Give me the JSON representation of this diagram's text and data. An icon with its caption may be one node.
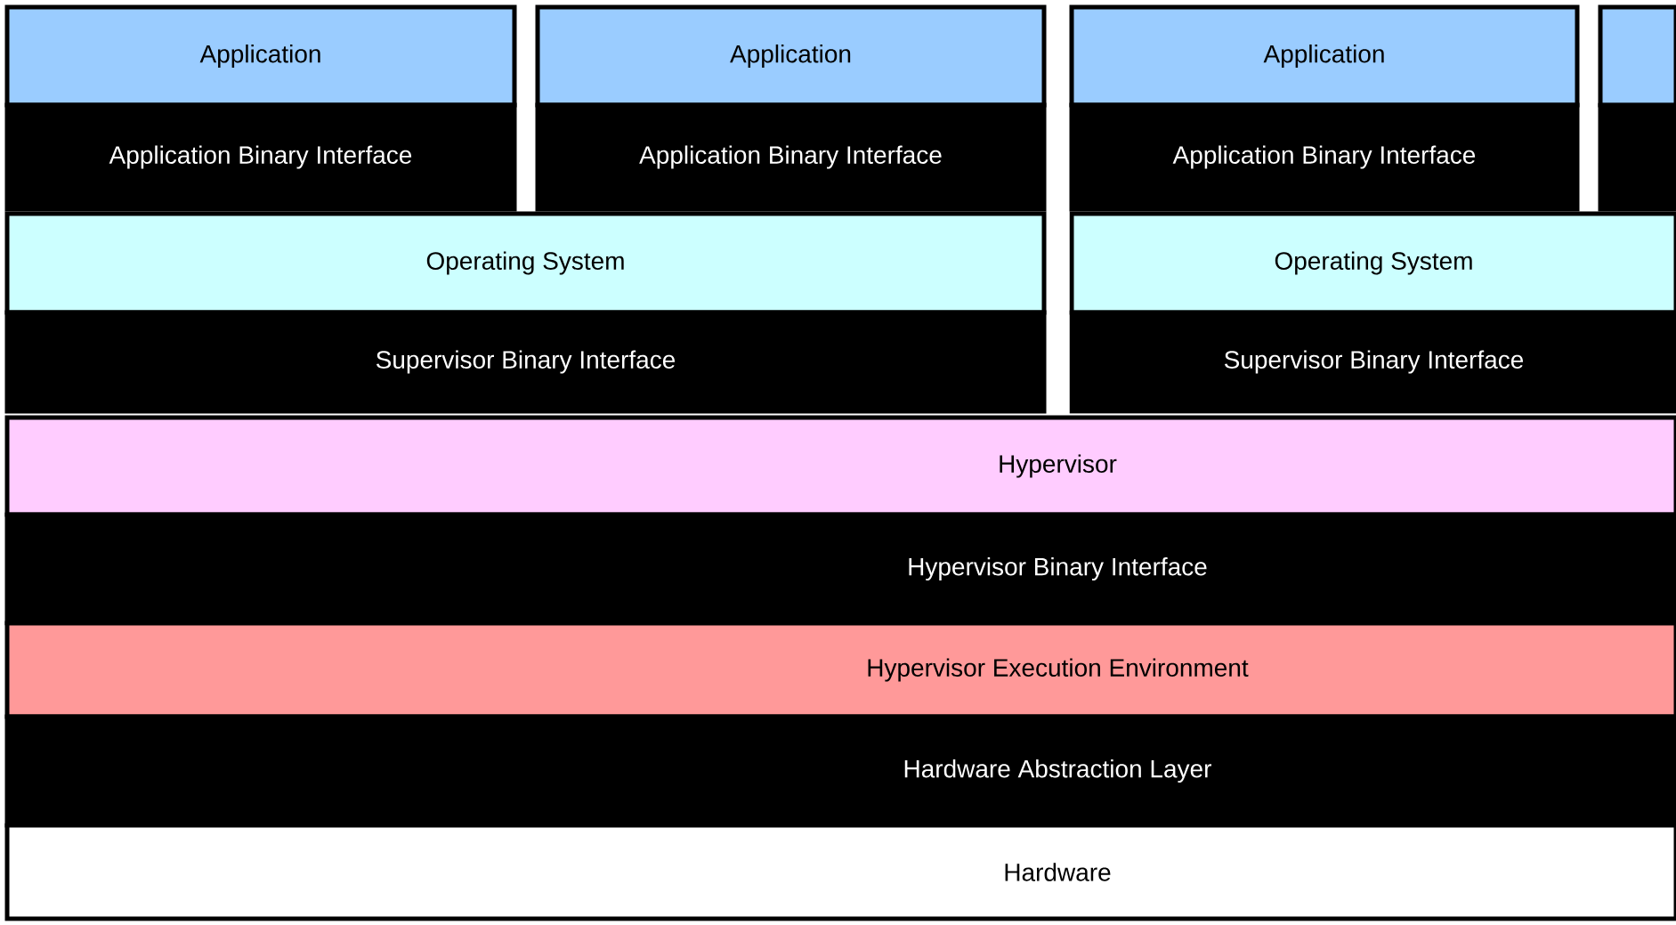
{
  "diagram": {
    "nodes": [
      {
        "text": [
          "Application"
        ]
      },
      {
        "text": [
          "Application Binary Interface"
        ]
      },
      {
        "text": [
          "Application"
        ]
      },
      {
        "text": [
          "Application Binary Interface"
        ]
      },
      {
        "text": [
          "Application"
        ]
      },
      {
        "text": [
          "Application Binary Interface"
        ]
      },
      {
        "text": [],
        "shape": "box"
      },
      {
        "text": [],
        "shape": "box"
      },
      {
        "text": [
          "Operating System"
        ]
      },
      {
        "text": [
          "Operating System"
        ]
      },
      {
        "text": [
          "Supervisor Binary Interface"
        ]
      },
      {
        "text": [
          "Supervisor Binary Interface"
        ]
      },
      {
        "text": [
          "Hypervisor"
        ]
      },
      {
        "text": [
          "Hypervisor Binary Interface"
        ]
      },
      {
        "text": [
          "Hypervisor Execution Environment"
        ]
      },
      {
        "text": [
          "Hardware Abstraction Layer"
        ]
      },
      {
        "text": [
          "Hardware"
        ]
      }
    ]
  }
}
